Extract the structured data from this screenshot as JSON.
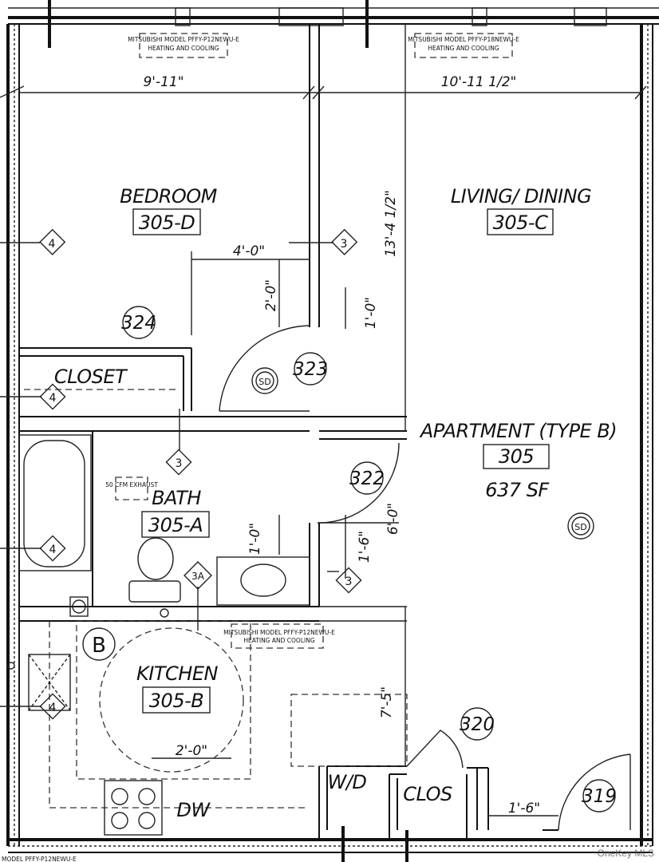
{
  "units": {
    "heat_top_left": "MITSUBISHI MODEL PFFY-P12NEWU-E",
    "heat_top_right": "MITSUBISHI MODEL PFFY-P18NEWU-E",
    "heat_kitchen": "MITSUBISHI MODEL PFFY-P12NEWU-E",
    "heat_sub": "HEATING AND COOLING",
    "bottom_cut": "MODEL PFFY-P12NEWU-E"
  },
  "dimensions": {
    "top_left": "9'-11\"",
    "top_right": "10'-11 1/2\"",
    "bed_4ft": "4'-0\"",
    "bed_2ft": "2'-0\"",
    "hall_1ft": "1'-0\"",
    "living_height": "13'-4 1/2\"",
    "bath_1ft": "1'-0\"",
    "bath_1ft6": "1'-6\"",
    "hall_6ft": "6'-0\"",
    "kitchen_7ft": "7'-5\"",
    "kitchen_2ft": "2'-0\"",
    "entry_1ft6": "1'-6\""
  },
  "rooms": {
    "bedroom": "BEDROOM",
    "bedroom_code": "305-D",
    "living": "LIVING/ DINING",
    "living_code": "305-C",
    "closet": "CLOSET",
    "bath": "BATH",
    "bath_code": "305-A",
    "exhaust": "50 CFM EXHAUST",
    "apartment": "APARTMENT (TYPE B)",
    "apartment_code": "305",
    "area": "637 SF",
    "kitchen": "KITCHEN",
    "kitchen_code": "305-B",
    "wd": "W/D",
    "clos": "CLOS",
    "dw": "DW"
  },
  "doors": {
    "d319": "319",
    "d320": "320",
    "d322": "322",
    "d323": "323",
    "d324": "324"
  },
  "markers": {
    "m4": "4",
    "m3": "3",
    "m3a": "3A",
    "b": "B",
    "sd": "SD"
  },
  "watermark": "OneKey MLS"
}
